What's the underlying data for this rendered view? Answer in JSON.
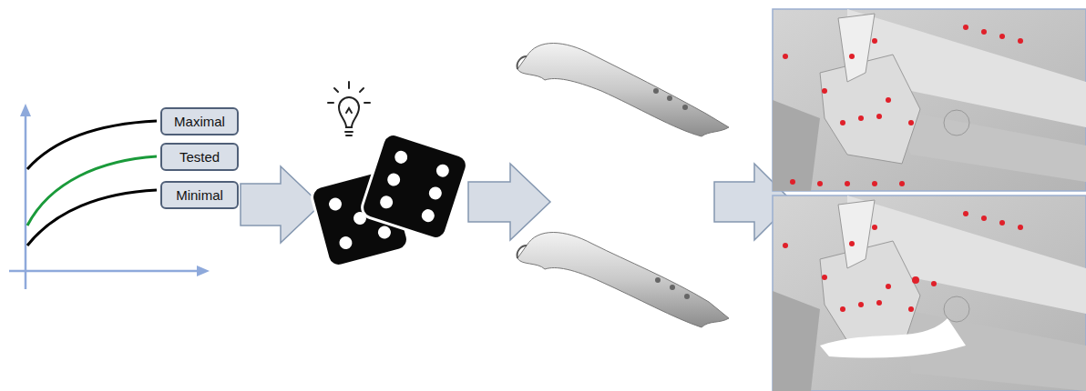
{
  "diagram": {
    "nodes": [
      {
        "text": [
          "Maximal"
        ]
      },
      {
        "text": [
          "Tested"
        ]
      },
      {
        "text": [
          "Minimal"
        ]
      }
    ]
  }
}
